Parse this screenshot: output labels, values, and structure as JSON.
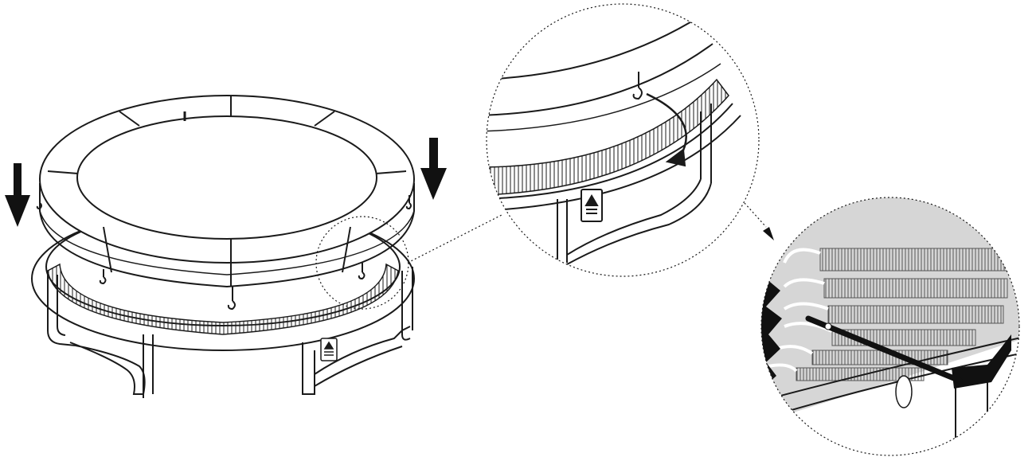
{
  "figure": {
    "kind": "line-drawing",
    "colors": {
      "ink": "#1a1a1a",
      "paper": "#ffffff",
      "shade": "#d6d6d6",
      "dark": "#111111"
    },
    "arrows": [
      "down-arrow-left",
      "down-arrow-right"
    ],
    "callouts": [
      "hook-detail",
      "spring-detail"
    ],
    "hooks_on_pad": 6
  }
}
